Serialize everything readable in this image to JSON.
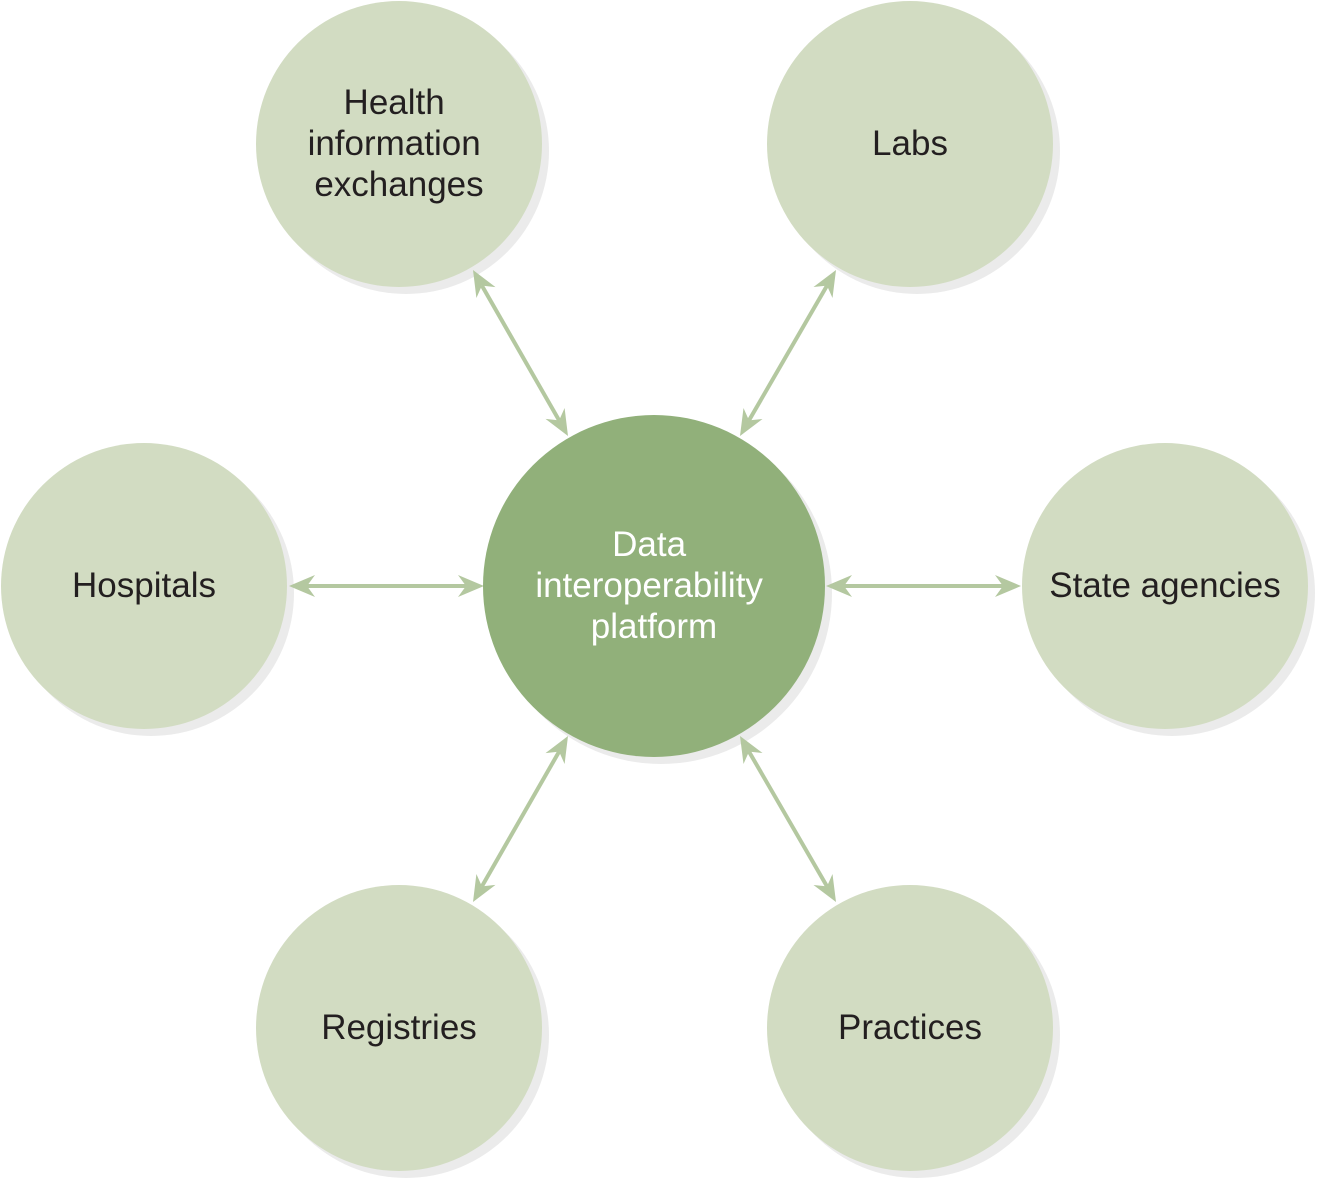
{
  "colors": {
    "outer_node_fill": "#d2dcc2",
    "center_node_fill": "#91b07a",
    "arrow": "#b4c8a0",
    "node_shadow": "#ebebeb",
    "outer_text": "#231f20",
    "center_text": "#ffffff"
  },
  "center": {
    "label_lines": [
      "Data",
      "interoperability",
      "platform"
    ]
  },
  "nodes": [
    {
      "id": "health-information-exchanges",
      "label_lines": [
        "Health",
        "information",
        "exchanges"
      ]
    },
    {
      "id": "labs",
      "label_lines": [
        "Labs"
      ]
    },
    {
      "id": "hospitals",
      "label_lines": [
        "Hospitals"
      ]
    },
    {
      "id": "state-agencies",
      "label_lines": [
        "State agencies"
      ]
    },
    {
      "id": "registries",
      "label_lines": [
        "Registries"
      ]
    },
    {
      "id": "practices",
      "label_lines": [
        "Practices"
      ]
    }
  ],
  "connections": [
    {
      "from": "center",
      "to": "health-information-exchanges",
      "direction": "bidirectional",
      "arrow_icon": "double-headed-arrow-icon"
    },
    {
      "from": "center",
      "to": "labs",
      "direction": "bidirectional",
      "arrow_icon": "double-headed-arrow-icon"
    },
    {
      "from": "center",
      "to": "hospitals",
      "direction": "bidirectional",
      "arrow_icon": "double-headed-arrow-icon"
    },
    {
      "from": "center",
      "to": "state-agencies",
      "direction": "bidirectional",
      "arrow_icon": "double-headed-arrow-icon"
    },
    {
      "from": "center",
      "to": "registries",
      "direction": "bidirectional",
      "arrow_icon": "double-headed-arrow-icon"
    },
    {
      "from": "center",
      "to": "practices",
      "direction": "bidirectional",
      "arrow_icon": "double-headed-arrow-icon"
    }
  ]
}
